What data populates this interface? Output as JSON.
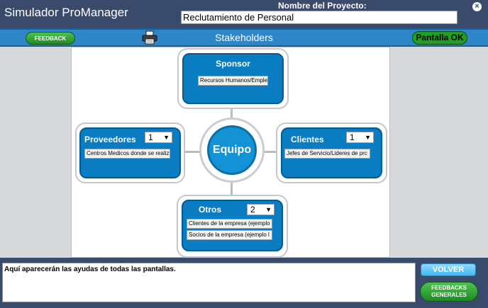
{
  "header": {
    "title": "Simulador ProManager",
    "project_label": "Nombre del Proyecto:",
    "project_value": "Reclutamiento de Personal",
    "close_symbol": "×"
  },
  "toolbar": {
    "feedback_label": "FEEDBACK",
    "title": "Stakeholders",
    "status": "Pantalla OK"
  },
  "diagram": {
    "center_label": "Equipo",
    "sponsor": {
      "title": "Sponsor",
      "fields": [
        "Recursos Humanos/Emple"
      ]
    },
    "proveedores": {
      "title": "Proveedores",
      "count": "1",
      "fields": [
        "Centros Medicos donde se realiz"
      ]
    },
    "clientes": {
      "title": "Clientes",
      "count": "1",
      "fields": [
        "Jefes de Servicio/Lideres de prc"
      ]
    },
    "otros": {
      "title": "Otros",
      "count": "2",
      "fields": [
        "Clientes de la empresa (ejemplo",
        "Socios de la empresa (ejemplo l"
      ]
    }
  },
  "footer": {
    "help_text": "Aquí aparecerán las ayudas de todas las pantallas.",
    "volver_label": "VOLVER",
    "feedbacks_line1": "FEEDBACKS",
    "feedbacks_line2": "GENERALES"
  },
  "colors": {
    "header_bg": "#3a4a6b",
    "toolbar_bg": "#2e86c8",
    "card_bg": "#0a7cc1",
    "button_green": "#1e8a24",
    "status_green": "#20a020"
  }
}
